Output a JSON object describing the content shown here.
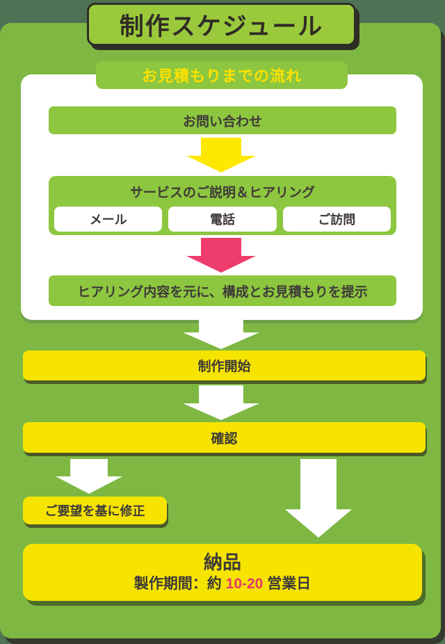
{
  "title": "制作スケジュール",
  "flow_header": "お見積もりまでの流れ",
  "steps": {
    "contact": "お問い合わせ",
    "service_title": "サービスのご説明＆ヒアリング",
    "channels": [
      "メール",
      "電話",
      "ご訪問"
    ],
    "proposal": "ヒアリング内容を元に、構成とお見積もりを提示",
    "start": "制作開始",
    "check": "確認",
    "revise": "ご要望を基に修正",
    "delivery": "納品",
    "delivery_note_prefix": "製作期間：約 ",
    "delivery_note_duration": "10-20",
    "delivery_note_suffix": " 営業日"
  },
  "icons": {
    "down_arrow_yellow": "arrow-down-icon",
    "down_arrow_pink": "arrow-down-icon",
    "down_arrow_white": "arrow-down-icon"
  },
  "colors": {
    "background": "#4e7254",
    "panel_green": "#7eb843",
    "light_green": "#8dc63f",
    "badge_green": "#9aca3b",
    "yellow": "#f6e400",
    "arrow_yellow": "#ffe800",
    "pink": "#ee3d6c",
    "duration_pink": "#e8376b",
    "header_text_yellow": "#ffe100",
    "dark_text": "#3e3a39",
    "white": "#ffffff"
  }
}
